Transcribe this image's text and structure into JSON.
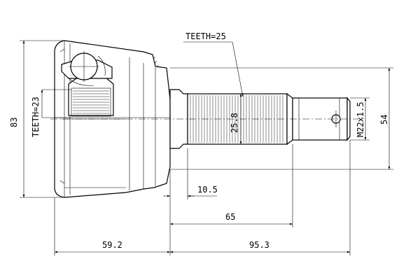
{
  "annotations": {
    "teeth_outer": "TEETH=25",
    "teeth_inner": "TEETH=23",
    "spline_dia": "25.8",
    "thread": "M22x1.5",
    "shaft_dia": "54",
    "overall_dia": "83",
    "shoulder_len": "10.5",
    "stem_len": "65",
    "body_len": "59.2",
    "total_stem_len": "95.3"
  }
}
